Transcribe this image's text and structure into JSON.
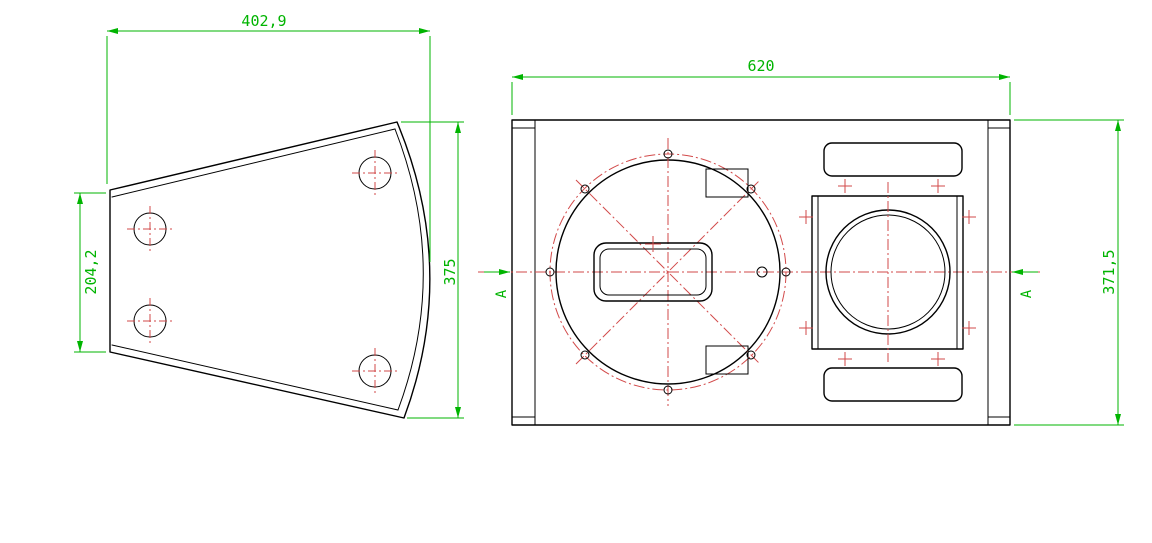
{
  "colors": {
    "background": "#ffffff",
    "outline": "#000000",
    "dimension": "#00b400",
    "centerline": "#d24a4a"
  },
  "dimensions": {
    "side_width": "402,9",
    "side_back_height": "204,2",
    "side_front_height": "375",
    "baffle_width": "620",
    "baffle_height": "371,5"
  },
  "section_labels": {
    "left": "A",
    "right": "A"
  }
}
